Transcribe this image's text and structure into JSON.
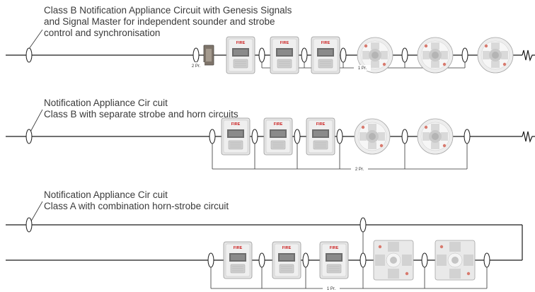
{
  "section1": {
    "caption_lines": [
      "Class B Notification Appliance Circuit with Genesis Signals",
      "and Signal Master for independent sounder and  strobe",
      "control and synchronisation"
    ],
    "label_2pr": "2 Pr.",
    "label_1pr": "1 Pr."
  },
  "section2": {
    "caption_lines": [
      "Notification Appliance Cir cuit",
      "Class B with separate strobe and horn circuits"
    ],
    "label_2pr": "2 Pr."
  },
  "section3": {
    "caption_lines": [
      "Notification Appliance Cir cuit",
      "Class A with combination horn-strobe circuit"
    ],
    "label_1pr": "1 Pr."
  },
  "device_text": {
    "fire": "FIRE"
  }
}
